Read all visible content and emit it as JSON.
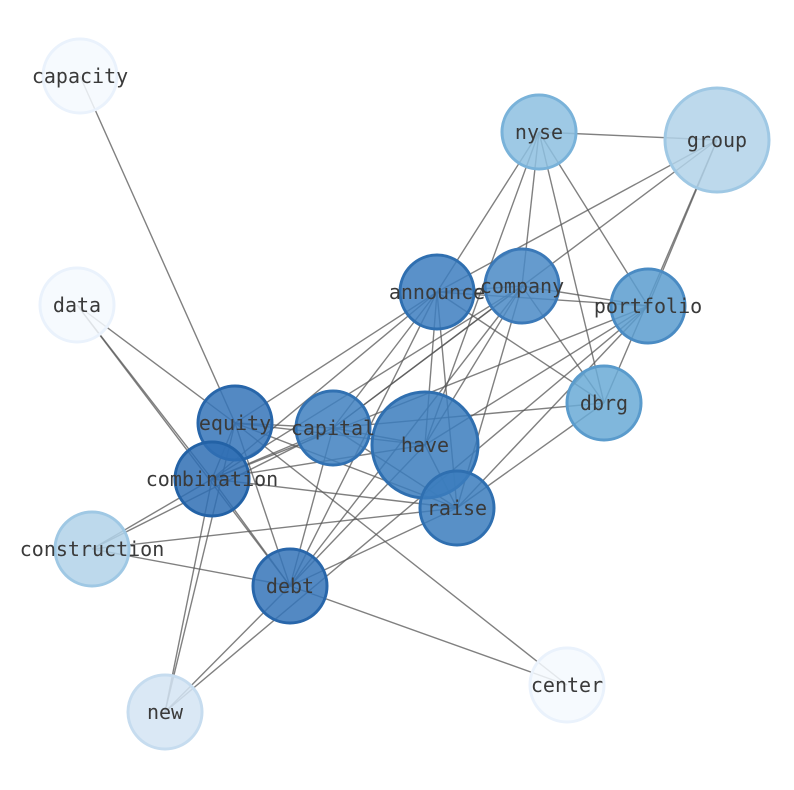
{
  "graph": {
    "nodes": [
      {
        "id": "capacity",
        "label": "capacity",
        "color": "#f5f9fe",
        "border": "#eaf2fc"
      },
      {
        "id": "nyse",
        "label": "nyse",
        "color": "#8dc0e1",
        "border": "#79b2d9"
      },
      {
        "id": "group",
        "label": "group",
        "color": "#b1d2e9",
        "border": "#9fc8e4"
      },
      {
        "id": "announce",
        "label": "announce",
        "color": "#3d7ebf",
        "border": "#2f6fb0"
      },
      {
        "id": "company",
        "label": "company",
        "color": "#4a89c6",
        "border": "#3b79b8"
      },
      {
        "id": "portfolio",
        "label": "portfolio",
        "color": "#5b9ccf",
        "border": "#4a8bc3"
      },
      {
        "id": "data",
        "label": "data",
        "color": "#f5f9fe",
        "border": "#eaf2fc"
      },
      {
        "id": "dbrg",
        "label": "dbrg",
        "color": "#6aaad6",
        "border": "#5a9bcc"
      },
      {
        "id": "equity",
        "label": "equity",
        "color": "#3574b8",
        "border": "#2866aa"
      },
      {
        "id": "capital",
        "label": "capital",
        "color": "#3f80c0",
        "border": "#3171b2"
      },
      {
        "id": "have",
        "label": "have",
        "color": "#3b7cbd",
        "border": "#2f6fb0"
      },
      {
        "id": "combination",
        "label": "combination",
        "color": "#2f6fb4",
        "border": "#2362a6"
      },
      {
        "id": "raise",
        "label": "raise",
        "color": "#3b7cbd",
        "border": "#2f6fb0"
      },
      {
        "id": "construction",
        "label": "construction",
        "color": "#b1d2e9",
        "border": "#9fc8e4"
      },
      {
        "id": "debt",
        "label": "debt",
        "color": "#3574b8",
        "border": "#2866aa"
      },
      {
        "id": "center",
        "label": "center",
        "color": "#f5f9fe",
        "border": "#eaf2fc"
      },
      {
        "id": "new",
        "label": "new",
        "color": "#d3e4f3",
        "border": "#c6dcef"
      }
    ],
    "edges": [
      [
        "capacity",
        "equity"
      ],
      [
        "nyse",
        "group"
      ],
      [
        "nyse",
        "announce"
      ],
      [
        "nyse",
        "company"
      ],
      [
        "nyse",
        "portfolio"
      ],
      [
        "nyse",
        "dbrg"
      ],
      [
        "nyse",
        "have"
      ],
      [
        "group",
        "announce"
      ],
      [
        "group",
        "portfolio"
      ],
      [
        "group",
        "dbrg"
      ],
      [
        "group",
        "capital"
      ],
      [
        "announce",
        "company"
      ],
      [
        "announce",
        "portfolio"
      ],
      [
        "announce",
        "dbrg"
      ],
      [
        "announce",
        "equity"
      ],
      [
        "announce",
        "capital"
      ],
      [
        "announce",
        "have"
      ],
      [
        "announce",
        "combination"
      ],
      [
        "announce",
        "raise"
      ],
      [
        "announce",
        "debt"
      ],
      [
        "company",
        "portfolio"
      ],
      [
        "company",
        "dbrg"
      ],
      [
        "company",
        "capital"
      ],
      [
        "company",
        "have"
      ],
      [
        "company",
        "combination"
      ],
      [
        "company",
        "raise"
      ],
      [
        "company",
        "debt"
      ],
      [
        "portfolio",
        "combination"
      ],
      [
        "portfolio",
        "raise"
      ],
      [
        "portfolio",
        "have"
      ],
      [
        "data",
        "equity"
      ],
      [
        "data",
        "combination"
      ],
      [
        "data",
        "debt"
      ],
      [
        "dbrg",
        "capital"
      ],
      [
        "dbrg",
        "raise"
      ],
      [
        "equity",
        "capital"
      ],
      [
        "equity",
        "have"
      ],
      [
        "equity",
        "combination"
      ],
      [
        "equity",
        "raise"
      ],
      [
        "equity",
        "debt"
      ],
      [
        "equity",
        "center"
      ],
      [
        "equity",
        "new"
      ],
      [
        "capital",
        "have"
      ],
      [
        "capital",
        "combination"
      ],
      [
        "capital",
        "raise"
      ],
      [
        "capital",
        "debt"
      ],
      [
        "capital",
        "construction"
      ],
      [
        "have",
        "raise"
      ],
      [
        "have",
        "combination"
      ],
      [
        "have",
        "debt"
      ],
      [
        "combination",
        "raise"
      ],
      [
        "combination",
        "construction"
      ],
      [
        "combination",
        "debt"
      ],
      [
        "combination",
        "new"
      ],
      [
        "raise",
        "construction"
      ],
      [
        "raise",
        "debt"
      ],
      [
        "construction",
        "debt"
      ],
      [
        "debt",
        "center"
      ],
      [
        "debt",
        "new"
      ],
      [
        "portfolio",
        "new"
      ]
    ]
  }
}
